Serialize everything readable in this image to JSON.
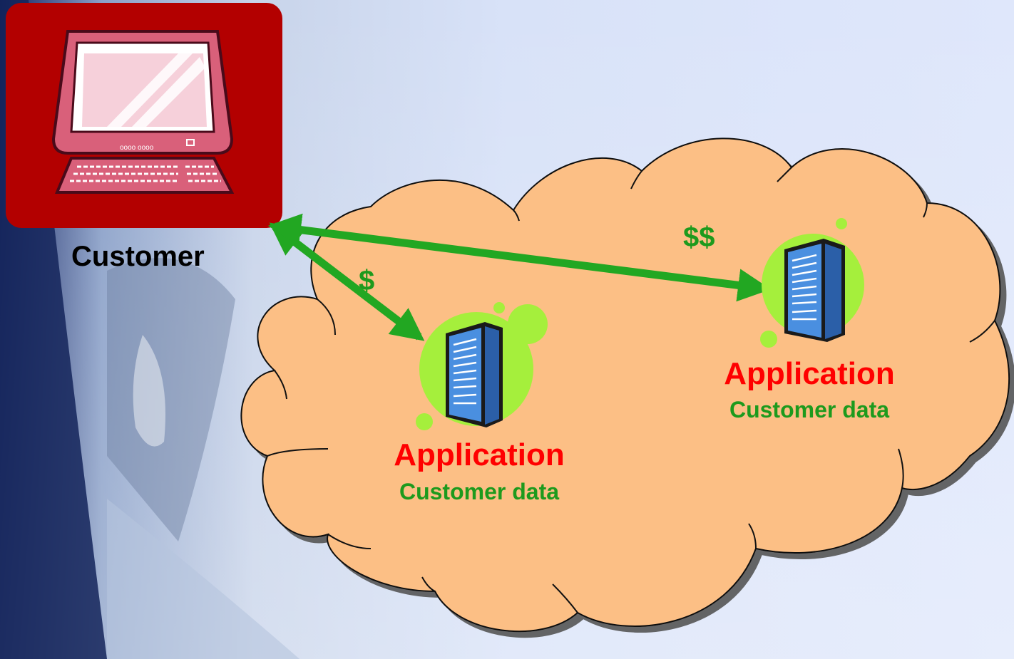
{
  "customer": {
    "label": "Customer"
  },
  "links": [
    {
      "price": "$"
    },
    {
      "price": "$$"
    }
  ],
  "servers": [
    {
      "title": "Application",
      "subtitle": "Customer data"
    },
    {
      "title": "Application",
      "subtitle": "Customer data"
    }
  ],
  "colors": {
    "cloud_fill": "#fcbf85",
    "customer_box": "#b30000",
    "arrow": "#22a722",
    "app_title": "#ff0000",
    "app_subtitle": "#1d9a1d",
    "server_blob": "#a5ef3c",
    "server_body": "#4a8fe0"
  },
  "icons": {
    "customer": "computer-icon",
    "server": "server-icon"
  }
}
